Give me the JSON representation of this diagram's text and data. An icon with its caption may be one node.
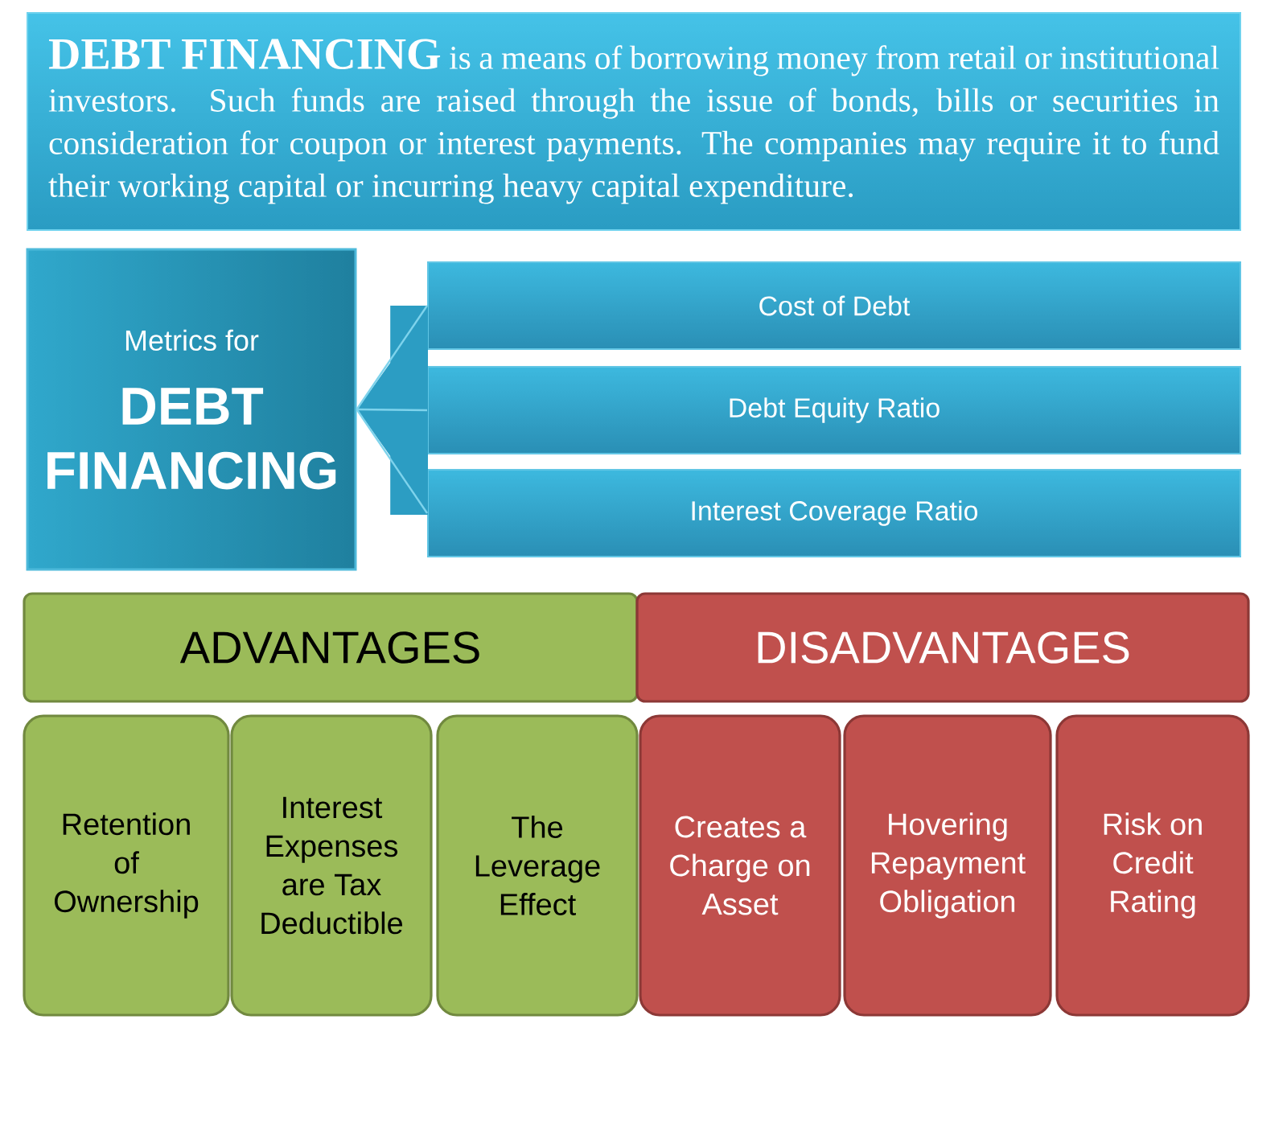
{
  "diagram": {
    "nodes": [
      {
        "text": [
          "**DEBT FINANCING** is a means of borrowing money from retail or institutional investors. Such funds are raised through the issue of bonds, bills or securities in consideration for coupon or interest payments. The companies may require it to fund their working capital or incurring heavy capital expenditure."
        ]
      },
      {
        "text": [
          "Metrics for",
          "DEBT FINANCING"
        ]
      },
      {
        "text": [
          "Cost of Debt"
        ]
      },
      {
        "text": [
          "Debt Equity Ratio"
        ]
      },
      {
        "text": [
          "Interest Coverage Ratio"
        ]
      },
      {
        "text": [
          "ADVANTAGES"
        ]
      },
      {
        "text": [
          "DISADVANTAGES"
        ]
      },
      {
        "text": [
          "Retention of Ownership"
        ]
      },
      {
        "text": [
          "Interest Expenses are Tax Deductible"
        ]
      },
      {
        "text": [
          "The Leverage Effect"
        ]
      },
      {
        "text": [
          "Creates a Charge on Asset"
        ]
      },
      {
        "text": [
          "Hovering Repayment Obligation"
        ]
      },
      {
        "text": [
          "Risk on Credit Rating"
        ]
      }
    ],
    "edges": [
      {
        "from": 1,
        "to": 2,
        "arrow": "none"
      },
      {
        "from": 1,
        "to": 3,
        "arrow": "none"
      },
      {
        "from": 1,
        "to": 4,
        "arrow": "none"
      }
    ]
  }
}
